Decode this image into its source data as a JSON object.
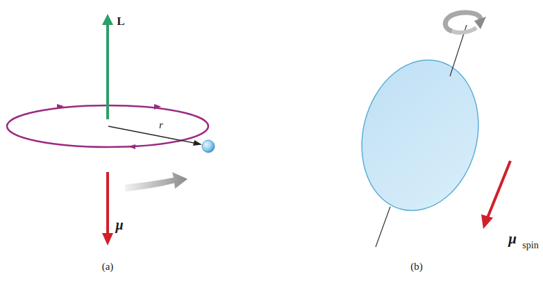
{
  "diagram": {
    "labels": [
      "L",
      "r",
      "μ",
      "(a)",
      "μ",
      "spin",
      "(b)"
    ]
  }
}
